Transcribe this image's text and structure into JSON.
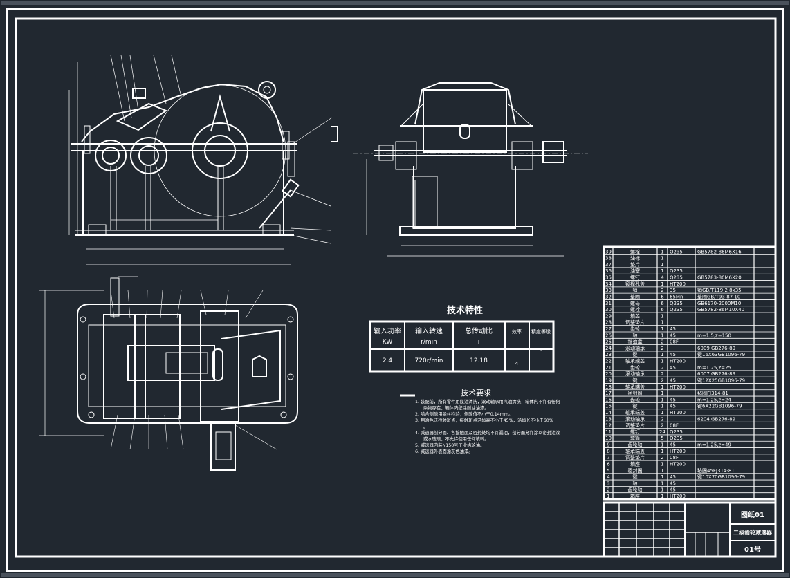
{
  "tech_spec": {
    "title": "技术特性",
    "headers": [
      "输入功率",
      "输入转速",
      "总传动比",
      "效率",
      "精度等级"
    ],
    "units": [
      "KW",
      "r/min",
      "i",
      "",
      ""
    ],
    "values": [
      "2.4",
      "720r/min",
      "12.18",
      "4",
      "1"
    ]
  },
  "tech_requirements": {
    "title": "技术要求",
    "items": [
      "1.  装配前，所有零件用煤油清洗，滚动轴承用汽油清洗，箱体内不许有任何杂物存在，箱体内壁涂耐油油漆。",
      "2.  啮合侧隙用铅丝检验，侧隙值不小于0.14mm。",
      "3.  用涂色法检验斑点，接触斑点沿齿高不小于45%，沿齿长不小于60%。",
      "4.  减速器剖分面、各接触面及密封处均不许漏油，剖分面允许涂以密封油漆或水玻璃，不允许使用任何填料。",
      "5.  减速器内装N150号工业齿轮油。",
      "6.  减速器外表面涂灰色油漆。"
    ]
  },
  "bom": {
    "rows": [
      {
        "no": "39",
        "name": "螺栓",
        "qty": "1",
        "mat": "Q235",
        "std": "GB5782-86M6X16"
      },
      {
        "no": "38",
        "name": "油标",
        "qty": "1",
        "mat": "",
        "std": ""
      },
      {
        "no": "37",
        "name": "垫片",
        "qty": "1",
        "mat": "",
        "std": ""
      },
      {
        "no": "36",
        "name": "油塞",
        "qty": "1",
        "mat": "Q235",
        "std": ""
      },
      {
        "no": "35",
        "name": "螺钉",
        "qty": "4",
        "mat": "Q235",
        "std": "GB5783-86M6X20"
      },
      {
        "no": "34",
        "name": "窥视孔盖",
        "qty": "1",
        "mat": "HT200",
        "std": ""
      },
      {
        "no": "33",
        "name": "销",
        "qty": "2",
        "mat": "35",
        "std": "销GB/T119.2 8x35"
      },
      {
        "no": "32",
        "name": "垫圈",
        "qty": "6",
        "mat": "65Mn",
        "std": "垫圈GB/T93-87 10"
      },
      {
        "no": "31",
        "name": "螺母",
        "qty": "6",
        "mat": "Q235",
        "std": "GB6170-2000M10"
      },
      {
        "no": "30",
        "name": "螺栓",
        "qty": "6",
        "mat": "Q235",
        "std": "GB5782-86M10X40"
      },
      {
        "no": "29",
        "name": "箱盖",
        "qty": "1",
        "mat": "",
        "std": ""
      },
      {
        "no": "28",
        "name": "调整垫片",
        "qty": "1",
        "mat": "",
        "std": ""
      },
      {
        "no": "27",
        "name": "齿轮",
        "qty": "1",
        "mat": "45",
        "std": ""
      },
      {
        "no": "26",
        "name": "轴",
        "qty": "1",
        "mat": "45",
        "std": "m=1.5,z=150"
      },
      {
        "no": "25",
        "name": "挡油盘",
        "qty": "2",
        "mat": "08F",
        "std": ""
      },
      {
        "no": "24",
        "name": "滚动轴承",
        "qty": "2",
        "mat": "",
        "std": "6009 GB276-89"
      },
      {
        "no": "23",
        "name": "键",
        "qty": "1",
        "mat": "45",
        "std": "键16X63GB1096-79"
      },
      {
        "no": "22",
        "name": "轴承端盖",
        "qty": "1",
        "mat": "HT200",
        "std": ""
      },
      {
        "no": "21",
        "name": "齿轮",
        "qty": "2",
        "mat": "45",
        "std": "m=1.25,z=25"
      },
      {
        "no": "20",
        "name": "滚动轴承",
        "qty": "2",
        "mat": "",
        "std": "6007 GB276-89"
      },
      {
        "no": "19",
        "name": "键",
        "qty": "2",
        "mat": "45",
        "std": "键12X25GB1096-79"
      },
      {
        "no": "18",
        "name": "轴承端盖",
        "qty": "1",
        "mat": "HT200",
        "std": ""
      },
      {
        "no": "17",
        "name": "密封圈",
        "qty": "1",
        "mat": "",
        "std": "毡圈FJ314-81"
      },
      {
        "no": "16",
        "name": "齿轮",
        "qty": "1",
        "mat": "45",
        "std": "m=1.25,z=24"
      },
      {
        "no": "15",
        "name": "键",
        "qty": "1",
        "mat": "45",
        "std": "键6X22GB1096-79"
      },
      {
        "no": "14",
        "name": "轴承端盖",
        "qty": "1",
        "mat": "HT200",
        "std": ""
      },
      {
        "no": "13",
        "name": "滚动轴承",
        "qty": "2",
        "mat": "",
        "std": "6204 GB276-89"
      },
      {
        "no": "12",
        "name": "调整垫片",
        "qty": "2",
        "mat": "08F",
        "std": ""
      },
      {
        "no": "11",
        "name": "螺钉",
        "qty": "24",
        "mat": "Q235",
        "std": ""
      },
      {
        "no": "10",
        "name": "套筒",
        "qty": "5",
        "mat": "Q235",
        "std": ""
      },
      {
        "no": "9",
        "name": "齿轮轴",
        "qty": "1",
        "mat": "45",
        "std": "m=1.25,z=49"
      },
      {
        "no": "8",
        "name": "轴承端盖",
        "qty": "1",
        "mat": "HT200",
        "std": ""
      },
      {
        "no": "7",
        "name": "调整垫片",
        "qty": "2",
        "mat": "08F",
        "std": ""
      },
      {
        "no": "6",
        "name": "箱座",
        "qty": "1",
        "mat": "HT200",
        "std": ""
      },
      {
        "no": "5",
        "name": "密封圈",
        "qty": "1",
        "mat": "",
        "std": "毡圈45FJ314-81"
      },
      {
        "no": "4",
        "name": "键",
        "qty": "1",
        "mat": "45",
        "std": "键10X70GB1096-79"
      },
      {
        "no": "3",
        "name": "轴",
        "qty": "1",
        "mat": "45",
        "std": ""
      },
      {
        "no": "2",
        "name": "齿轮轴",
        "qty": "1",
        "mat": "45",
        "std": ""
      },
      {
        "no": "1",
        "name": "箱座",
        "qty": "1",
        "mat": "HT200",
        "std": ""
      }
    ]
  },
  "title_block": {
    "drawing_no": "图纸01",
    "name": "二级齿轮减速器",
    "sheet": "01号"
  },
  "colors": {
    "background": "#212830",
    "lines": "#ffffff"
  }
}
